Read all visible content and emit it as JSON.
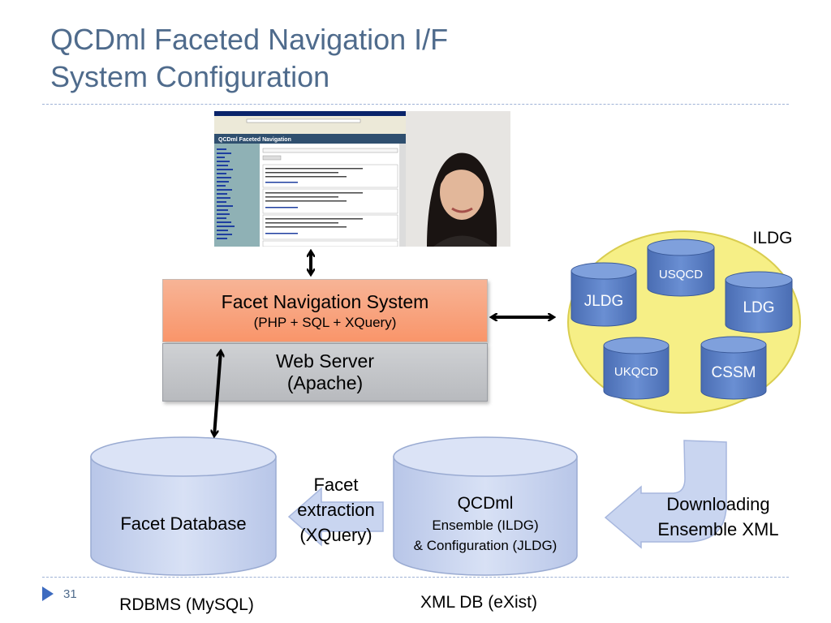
{
  "title": {
    "line1": "QCDml Faceted Navigation I/F",
    "line2": "System Configuration"
  },
  "screenshot": {
    "app_title": "QCDml Faceted Navigation"
  },
  "fns": {
    "title": "Facet Navigation System",
    "subtitle": "(PHP + SQL + XQuery)"
  },
  "web_server": {
    "line1": "Web Server",
    "line2": "(Apache)"
  },
  "ildg": {
    "label": "ILDG",
    "members": [
      "USQCD",
      "JLDG",
      "LDG",
      "UKQCD",
      "CSSM"
    ]
  },
  "facet_db": {
    "label": "Facet Database",
    "caption": "RDBMS (MySQL)"
  },
  "extraction": {
    "line1": "Facet",
    "line2": "extraction",
    "line3": "(XQuery)"
  },
  "xml_db": {
    "line1": "QCDml",
    "line2": "Ensemble (ILDG)",
    "line3": "& Configuration (JLDG)",
    "caption": "XML DB (eXist)"
  },
  "download": {
    "line1": "Downloading",
    "line2": "Ensemble XML"
  },
  "slide_number": "31",
  "colors": {
    "title": "#4f6b8c",
    "fns_fill": "#f9a079",
    "web_fill": "#c4c6ca",
    "ildg_fill": "#f5ef8a",
    "cyl": "#5b7fc3",
    "db_fill": "#c7d3ee",
    "arrow_fill": "#c7d3ee"
  }
}
